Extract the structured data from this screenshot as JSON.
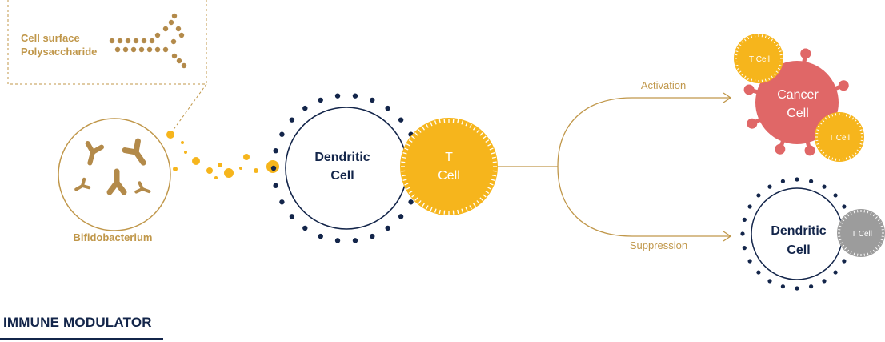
{
  "colors": {
    "gold": "#c0974a",
    "yellow": "#f6b51c",
    "navy": "#13254a",
    "cancer": "#e06767",
    "gray": "#9c9c9c"
  },
  "callout": {
    "label_line1": "Cell surface",
    "label_line2": "Polysaccharide"
  },
  "bacterium": {
    "label": "Bifidobacterium"
  },
  "central": {
    "dendritic_line1": "Dendritic",
    "dendritic_line2": "Cell",
    "tcell_line1": "T",
    "tcell_line2": "Cell"
  },
  "branches": {
    "activation": "Activation",
    "suppression": "Suppression"
  },
  "cancer": {
    "line1": "Cancer",
    "line2": "Cell",
    "tcell_top": "T Cell",
    "tcell_bottom": "T Cell"
  },
  "suppressed": {
    "dendritic_line1": "Dendritic",
    "dendritic_line2": "Cell",
    "tcell": "T Cell"
  },
  "footer": {
    "title": "IMMUNE MODULATOR"
  }
}
